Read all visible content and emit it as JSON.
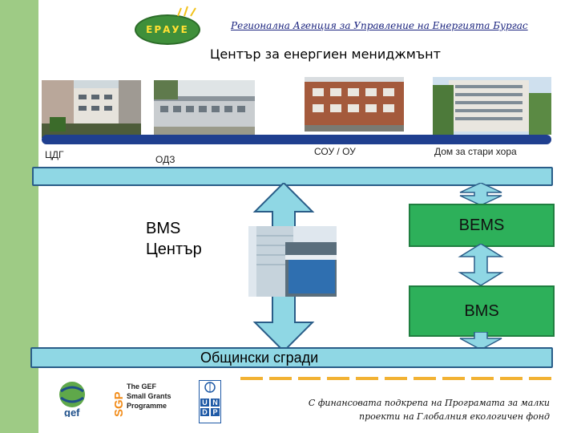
{
  "header": {
    "logo_text": "ЕРАУЕ",
    "agency": "Регионална Агенция за Управление на Енергията Бургас",
    "title": "Център за енергиен мениджмънт"
  },
  "buildings": [
    {
      "label": "ЦДГ"
    },
    {
      "label": "ОДЗ"
    },
    {
      "label": "СОУ / ОУ"
    },
    {
      "label": "Дом за стари хора"
    }
  ],
  "bms_center": {
    "line1": "BMS",
    "line2": "Център"
  },
  "bems": "BEMS",
  "bms": "BMS",
  "municipal": "Общински сгради",
  "footer": {
    "gef": "gef",
    "sgp_line1": "The GEF",
    "sgp_line2": "Small Grants",
    "sgp_line3": "Programme",
    "sgp_mark": "SGP",
    "undp": [
      "U",
      "N",
      "D",
      "P"
    ],
    "funding_line1": "С финансовата подкрепа на Програмата за малки",
    "funding_line2": "проекти на Глобалния екологичен фонд"
  },
  "colors": {
    "left_strip": "#9ecb85",
    "bar_fill": "#8fd7e4",
    "bar_border": "#2a5d88",
    "green_box": "#2db05a",
    "timeline": "#1f3f8f",
    "dash": "#f2b233"
  }
}
